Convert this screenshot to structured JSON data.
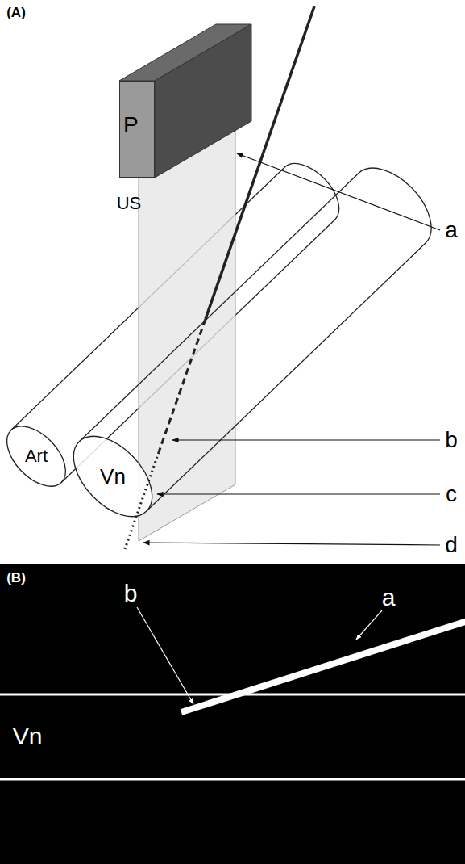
{
  "diagram": {
    "nodes": [
      {
        "text": [
          "P"
        ]
      },
      {
        "text": [
          "Art"
        ]
      },
      {
        "text": [
          "Vn"
        ]
      }
    ],
    "labels": [
      "(A)",
      "US",
      "a",
      "b",
      "c",
      "d",
      "(B)",
      "a",
      "b",
      "Vn"
    ]
  }
}
